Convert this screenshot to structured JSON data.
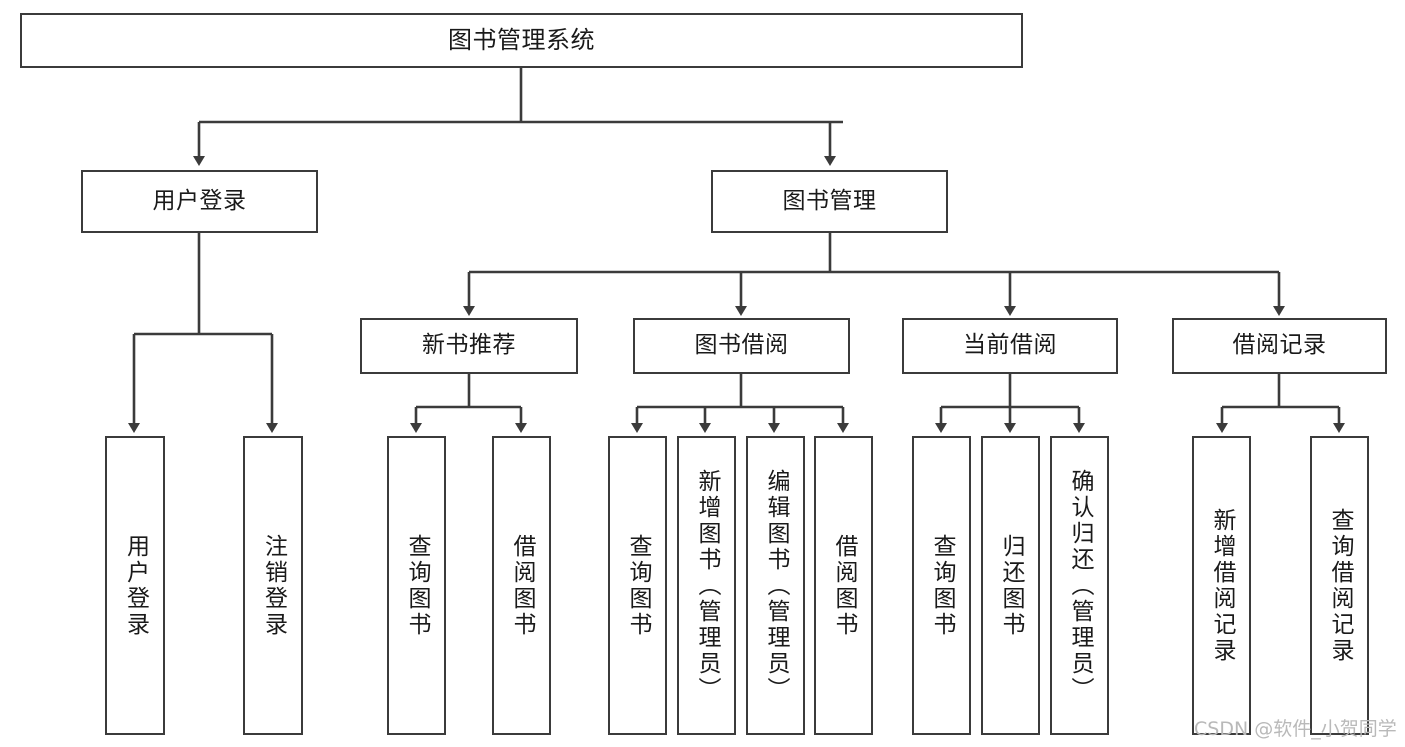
{
  "diagram": {
    "title": "图书管理系统",
    "watermark": "CSDN @软件_小贺同学",
    "colors": {
      "node_border": "#3b3b3b",
      "node_fill": "#ffffff",
      "edge": "#3b3b3b",
      "text": "#1a1a1a",
      "watermark": "#b9b9b9",
      "background": "#ffffff"
    },
    "root": {
      "label": "图书管理系统"
    },
    "level2": [
      {
        "label": "用户登录"
      },
      {
        "label": "图书管理"
      }
    ],
    "level3": [
      {
        "label": "新书推荐"
      },
      {
        "label": "图书借阅"
      },
      {
        "label": "当前借阅"
      },
      {
        "label": "借阅记录"
      }
    ],
    "leaves": {
      "user_login": [
        {
          "label": "用户登录"
        },
        {
          "label": "注销登录"
        }
      ],
      "new_books": [
        {
          "label": "查询图书"
        },
        {
          "label": "借阅图书"
        }
      ],
      "book_borrow": [
        {
          "label": "查询图书"
        },
        {
          "label": "新增图书（管理员）"
        },
        {
          "label": "编辑图书（管理员）"
        },
        {
          "label": "借阅图书"
        }
      ],
      "current_borrow": [
        {
          "label": "查询图书"
        },
        {
          "label": "归还图书"
        },
        {
          "label": "确认归还（管理员）"
        }
      ],
      "borrow_records": [
        {
          "label": "新增借阅记录"
        },
        {
          "label": "查询借阅记录"
        }
      ]
    }
  }
}
